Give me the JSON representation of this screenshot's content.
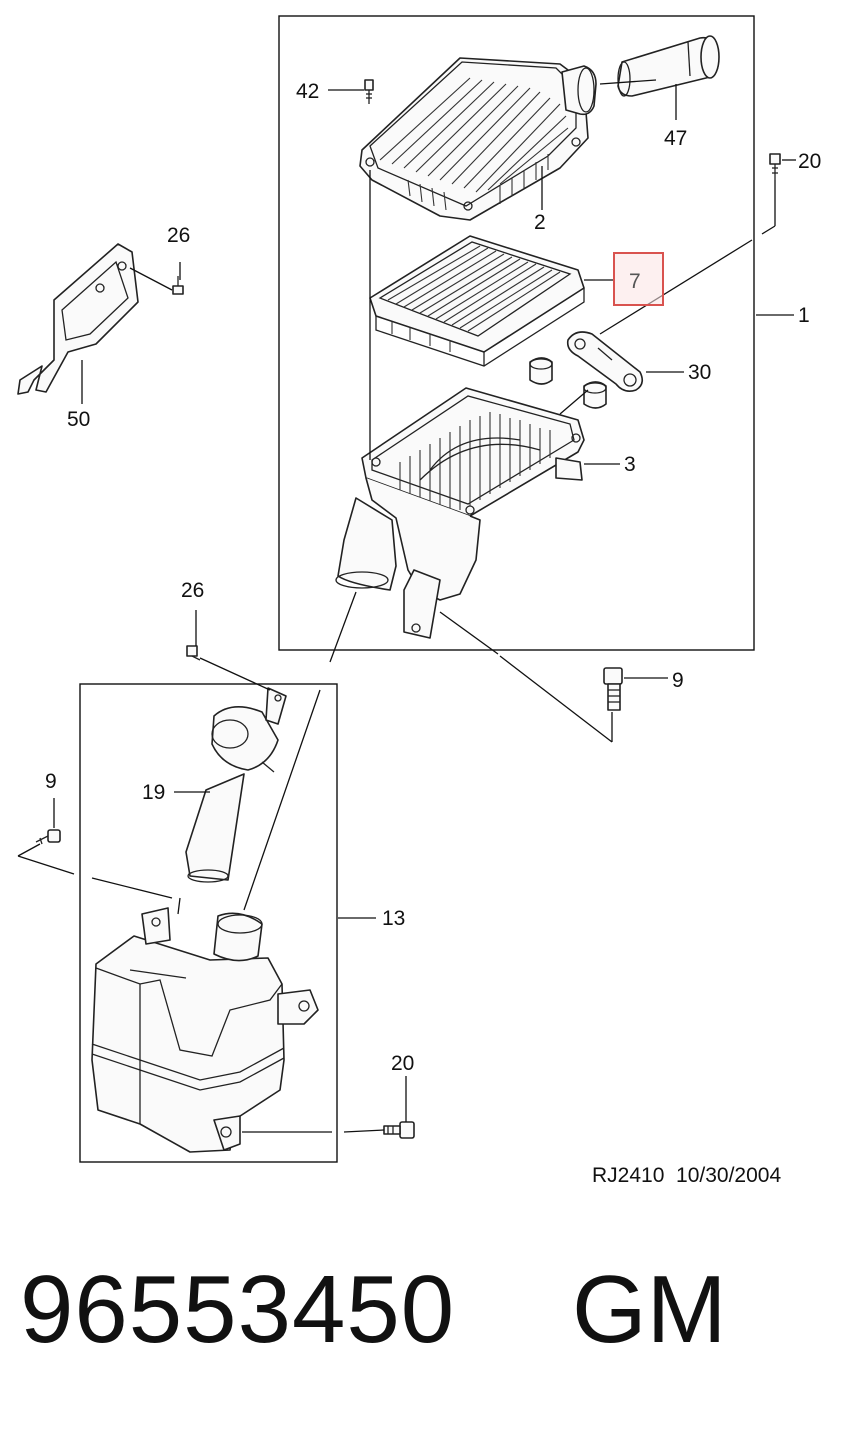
{
  "callouts": {
    "c42": "42",
    "c47": "47",
    "c2": "2",
    "c20_top": "20",
    "c26_top": "26",
    "c7": "7",
    "c1": "1",
    "c30": "30",
    "c50": "50",
    "c3": "3",
    "c26_mid": "26",
    "c9_right": "9",
    "c9_left": "9",
    "c19": "19",
    "c13": "13",
    "c20_bottom": "20"
  },
  "drawing_code": "RJ2410  10/30/2004",
  "part_number": "96553450",
  "brand": "GM",
  "colors": {
    "highlight": "#d9534f",
    "highlight_fill": "#fbe3e3",
    "ink": "#111111"
  }
}
